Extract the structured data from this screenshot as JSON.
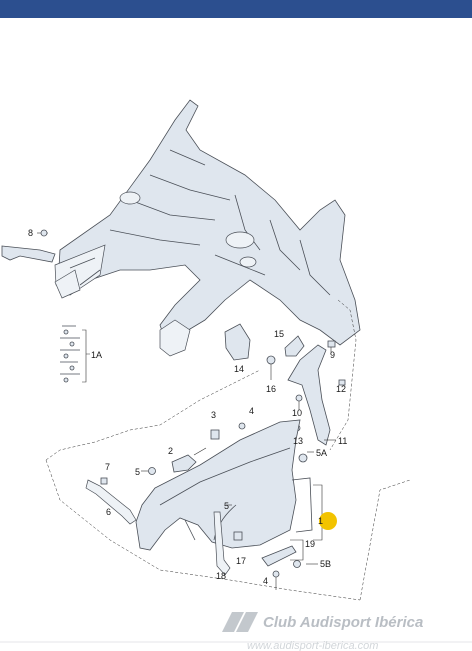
{
  "header": {
    "bar_color": "#2c4f8f"
  },
  "callouts": {
    "c8": "8",
    "c1A": "1A",
    "c15": "15",
    "c9": "9",
    "c14": "14",
    "c16": "16",
    "c12": "12",
    "c3": "3",
    "c4_top": "4",
    "c13": "13",
    "c2": "2",
    "c10": "10",
    "c11": "11",
    "c7": "7",
    "c5_left": "5",
    "c5A": "5A",
    "c6": "6",
    "c5_mid": "5",
    "c1": "1",
    "c19": "19",
    "c17": "17",
    "c18": "18",
    "c4_bottom": "4",
    "c5B": "5B"
  },
  "highlight_color": "#f2c300",
  "watermark": {
    "brand": "Club Audisport Ibérica",
    "url": "www.audisport-iberica.com"
  }
}
